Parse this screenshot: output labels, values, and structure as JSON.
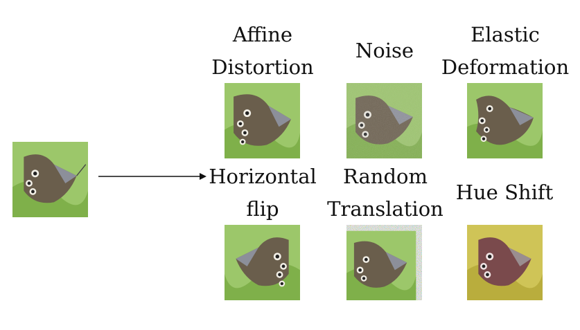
{
  "source": {
    "name": "source-image"
  },
  "arrow": {
    "name": "transform-arrow"
  },
  "augmentations": [
    {
      "id": "affine-distortion",
      "label_lines": [
        "Affine",
        "Distortion"
      ],
      "variant": "normal"
    },
    {
      "id": "noise",
      "label_lines": [
        "Noise"
      ],
      "variant": "noise"
    },
    {
      "id": "elastic-deformation",
      "label_lines": [
        "Elastic",
        "Deformation"
      ],
      "variant": "elastic"
    },
    {
      "id": "horizontal-flip",
      "label_lines": [
        "Horizontal",
        "flip"
      ],
      "variant": "flip"
    },
    {
      "id": "random-translation",
      "label_lines": [
        "Random",
        "Translation"
      ],
      "variant": "translate"
    },
    {
      "id": "hue-shift",
      "label_lines": [
        "Hue Shift"
      ],
      "variant": "hue"
    }
  ]
}
